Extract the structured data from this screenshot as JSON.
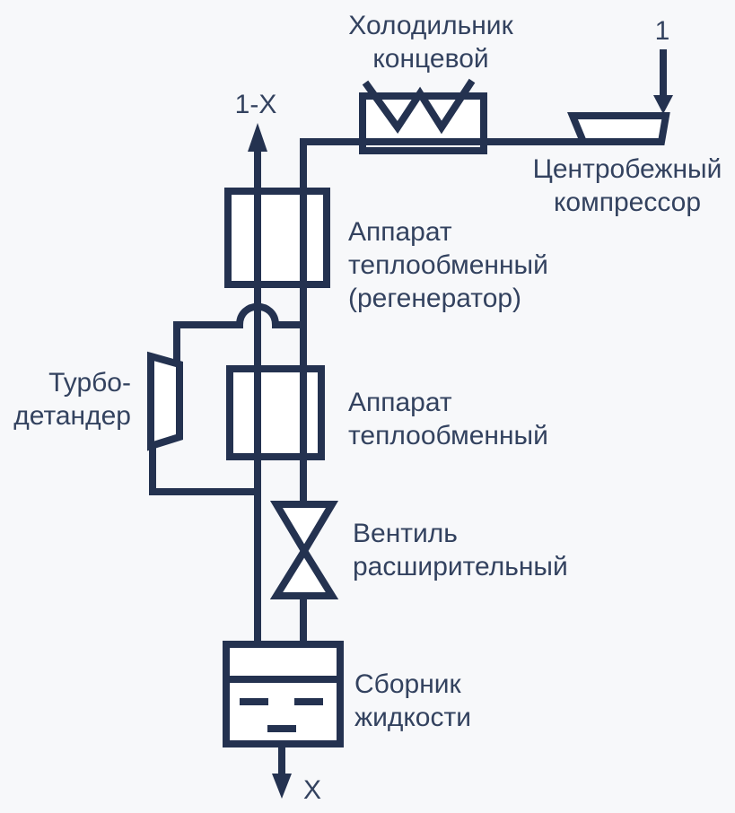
{
  "colors": {
    "line": "#243250",
    "text": "#33425f",
    "background": "#f7f8fa",
    "equipment_fill": "#ffffff"
  },
  "diagram": {
    "streams": {
      "inlet": "1",
      "gas_return": "1-X",
      "liquid_product": "X"
    },
    "equipment": {
      "end_cooler": {
        "label_lines": [
          "Холодильник",
          "концевой"
        ]
      },
      "compressor": {
        "label_lines": [
          "Центробежный",
          "компрессор"
        ]
      },
      "regenerator": {
        "label_lines": [
          "Аппарат",
          "теплообменный",
          "(регенератор)"
        ]
      },
      "heat_exchanger": {
        "label_lines": [
          "Аппарат",
          "теплообменный"
        ]
      },
      "turboexpander": {
        "label_lines": [
          "Турбо-",
          "детандер"
        ]
      },
      "expansion_valve": {
        "label_lines": [
          "Вентиль",
          "расширительный"
        ]
      },
      "liquid_collector": {
        "label_lines": [
          "Сборник",
          "жидкости"
        ]
      }
    }
  }
}
